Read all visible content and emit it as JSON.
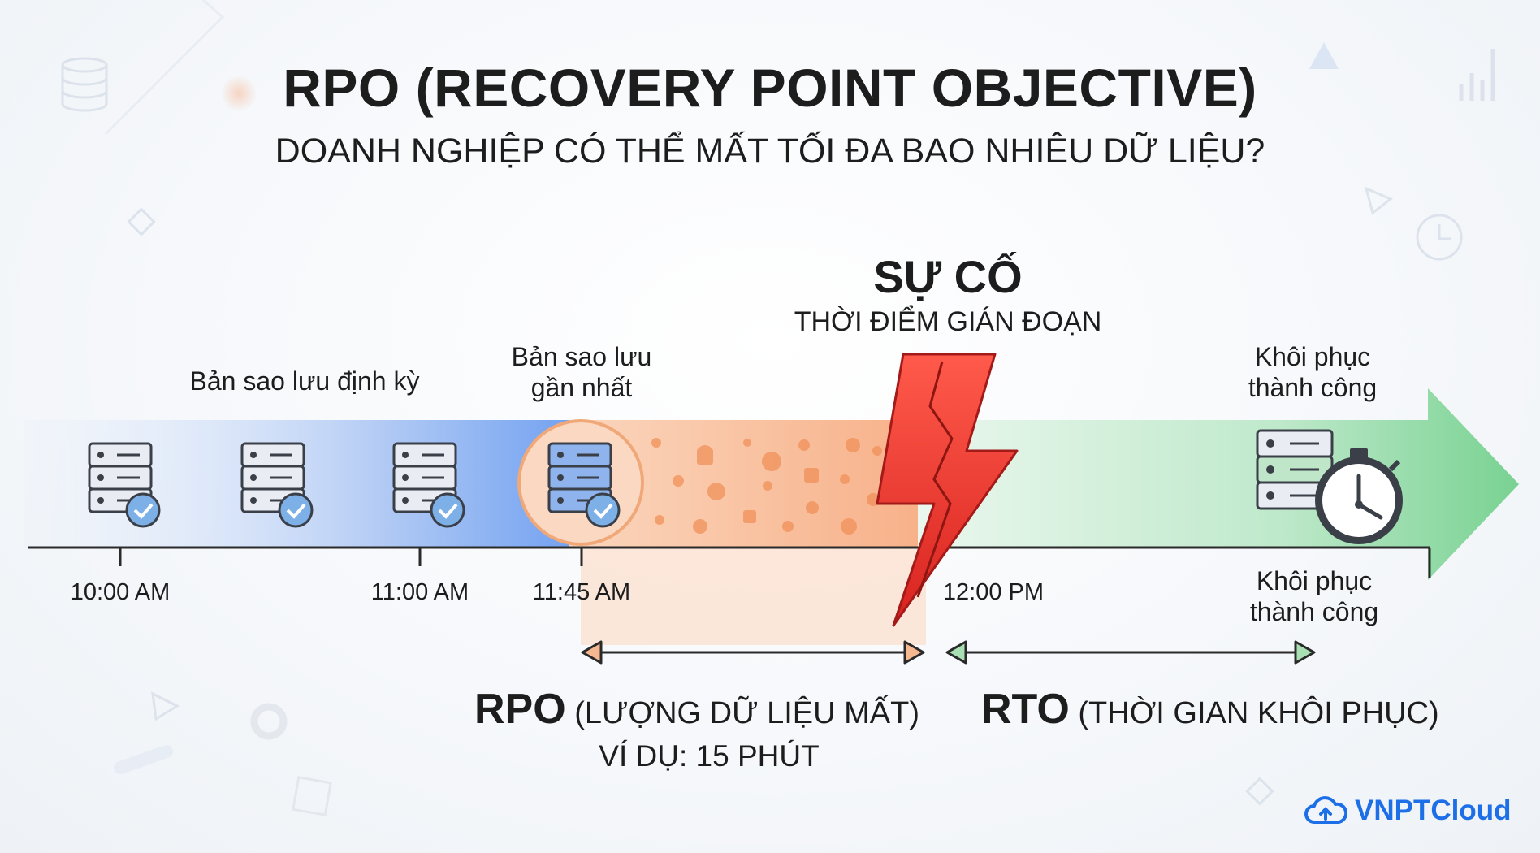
{
  "title": "RPO (RECOVERY POINT OBJECTIVE)",
  "subtitle": "DOANH NGHIỆP CÓ THỂ MẤT TỐI ĐA BAO NHIÊU DỮ LIỆU?",
  "incident": {
    "title": "SỰ CỐ",
    "subtitle": "THỜI ĐIỂM GIÁN ĐOẠN"
  },
  "labels": {
    "periodic_backup": "Bản sao lưu định kỳ",
    "latest_backup_line1": "Bản sao lưu",
    "latest_backup_line2": "gần nhất",
    "restore_top_line1": "Khôi phục",
    "restore_top_line2": "thành công",
    "restore_bottom_line1": "Khôi phục",
    "restore_bottom_line2": "thành công"
  },
  "timeline": {
    "times": [
      "10:00 AM",
      "11:00 AM",
      "11:45 AM",
      "12:00 PM"
    ]
  },
  "rpo": {
    "abbr": "RPO",
    "desc": "(LƯỢNG DỮ LIỆU MẤT)",
    "example": "VÍ DỤ: 15 PHÚT"
  },
  "rto": {
    "abbr": "RTO",
    "desc": "(THỜI GIAN KHÔI PHỤC)"
  },
  "brand": {
    "name": "VNPTCloud"
  },
  "icons": [
    "server-icon",
    "check-icon",
    "stopwatch-icon",
    "lightning-icon",
    "cloud-icon",
    "database-icon",
    "bar-chart-icon",
    "clock-icon"
  ],
  "colors": {
    "backup_blue": "#7aa7ef",
    "loss_orange": "#f5a97c",
    "recovery_green": "#8fd9a2",
    "lightning_red": "#e8302d",
    "brand_blue": "#1c6fe6"
  }
}
